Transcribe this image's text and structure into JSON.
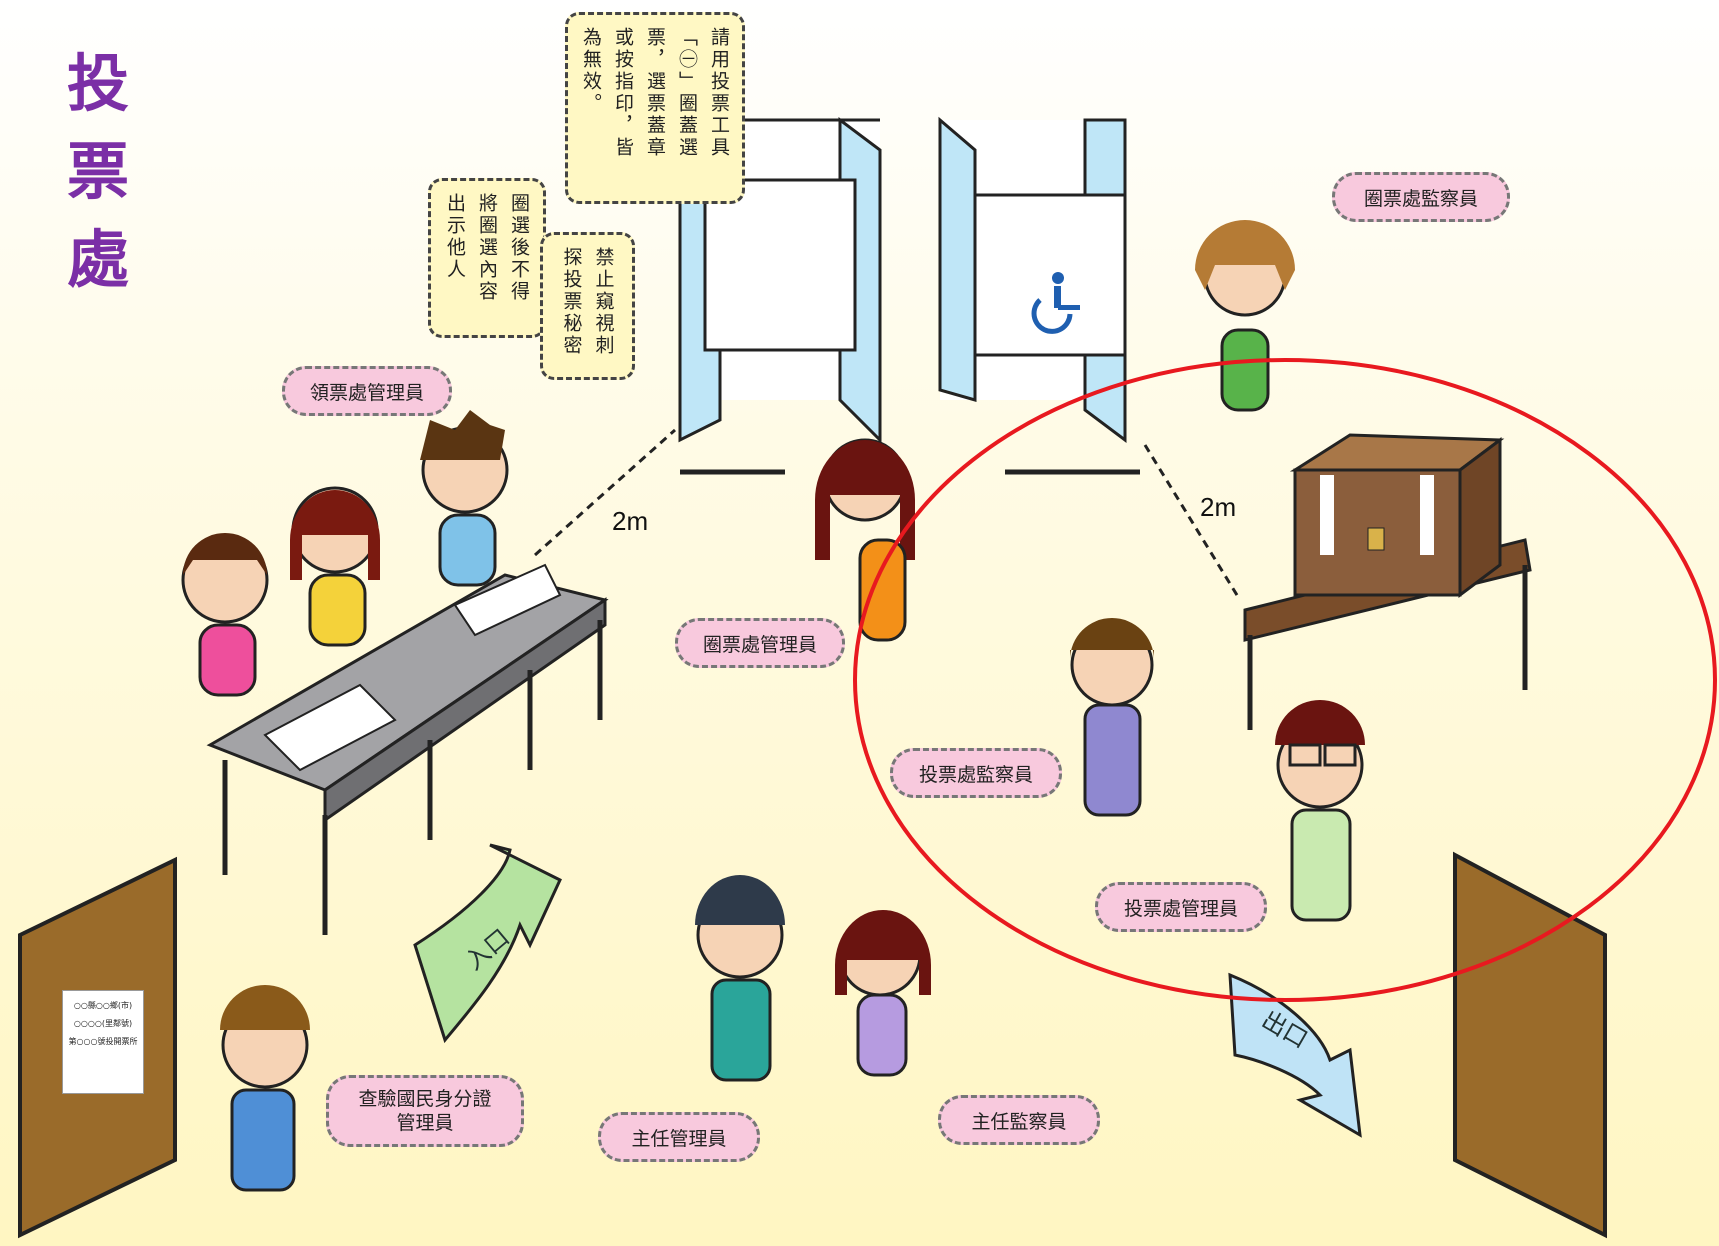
{
  "title": {
    "chars": [
      "投",
      "票",
      "處"
    ]
  },
  "notes": {
    "ballot_tool": [
      "請用投票工具",
      "「㊀」圈蓋選",
      "票，選票蓋章",
      "或按指印，皆",
      "為無效。"
    ],
    "no_show": [
      "圈選後不得",
      "將圈選內容",
      "出示他人"
    ],
    "no_peek": [
      "禁止窺視刺",
      "探投票秘密"
    ]
  },
  "labels": {
    "ballot_issue_manager": "領票處管理員",
    "marking_manager": "圈票處管理員",
    "marking_supervisor": "圈票處監察員",
    "station_supervisor": "投票處監察員",
    "station_manager": "投票處管理員",
    "id_check_manager_line1": "查驗國民身分證",
    "id_check_manager_line2": "管理員",
    "chief_manager": "主任管理員",
    "chief_supervisor": "主任監察員"
  },
  "distance_left": "2m",
  "distance_right": "2m",
  "arrows": {
    "entrance": "入口",
    "exit": "出口"
  },
  "door_sign": [
    "○○縣○○鄉(市)",
    "○○○○(里鄰號)",
    "第○○○號投開票所"
  ],
  "colors": {
    "title": "#7b2fa6",
    "circle": "#e8191f",
    "booth": "#bfe6f7",
    "desk": "#a3a3a6",
    "ballot_box": "#8b5e3c",
    "door": "#9a6b2a",
    "entrance_arrow": "#b5e3a0",
    "exit_arrow": "#bfe3f6",
    "bubble": "#f8c9dd",
    "note": "#fff8c4"
  },
  "icons": [
    "wheelchair-icon"
  ]
}
